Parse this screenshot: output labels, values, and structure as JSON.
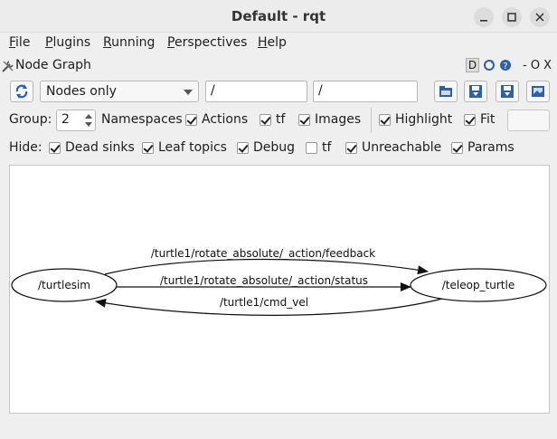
{
  "window": {
    "title": "Default - rqt"
  },
  "menu": [
    {
      "mnemonic": "F",
      "rest": "ile"
    },
    {
      "mnemonic": "P",
      "rest": "lugins"
    },
    {
      "mnemonic": "R",
      "rest": "unning"
    },
    {
      "mnemonic": "P",
      "rest": "erspectives"
    },
    {
      "mnemonic": "H",
      "rest": "elp"
    }
  ],
  "plugin": {
    "title": "Node Graph",
    "dock_d": "D",
    "dock_minus": "-",
    "dock_o": "O",
    "dock_x": "X"
  },
  "toolbar": {
    "mode_select": "Nodes only",
    "ns_filter": "/",
    "topic_filter": "/"
  },
  "options": {
    "group_label": "Group:",
    "group_value": "2",
    "namespaces": {
      "label": "Namespaces",
      "checked": true
    },
    "actions": {
      "label": "Actions",
      "checked": true
    },
    "tf": {
      "label": "tf",
      "checked": true
    },
    "images": {
      "label": "Images",
      "checked": true
    },
    "highlight": {
      "label": "Highlight",
      "checked": true
    },
    "fit": {
      "label": "Fit",
      "checked": true
    }
  },
  "hide": {
    "label": "Hide:",
    "dead_sinks": {
      "label": "Dead sinks",
      "checked": true
    },
    "leaf_topics": {
      "label": "Leaf topics",
      "checked": true
    },
    "debug": {
      "label": "Debug",
      "checked": true
    },
    "tf": {
      "label": "tf",
      "checked": false
    },
    "unreachable": {
      "label": "Unreachable",
      "checked": true
    },
    "params": {
      "label": "Params",
      "checked": true
    }
  },
  "graph": {
    "nodes": {
      "turtlesim": "/turtlesim",
      "teleop": "/teleop_turtle"
    },
    "edges": {
      "feedback": "/turtle1/rotate_absolute/_action/feedback",
      "status": "/turtle1/rotate_absolute/_action/status",
      "cmd_vel": "/turtle1/cmd_vel"
    }
  },
  "colors": {
    "accent_blue": "#2f5fa7",
    "window_bg": "#efefef",
    "canvas_bg": "#ffffff"
  }
}
